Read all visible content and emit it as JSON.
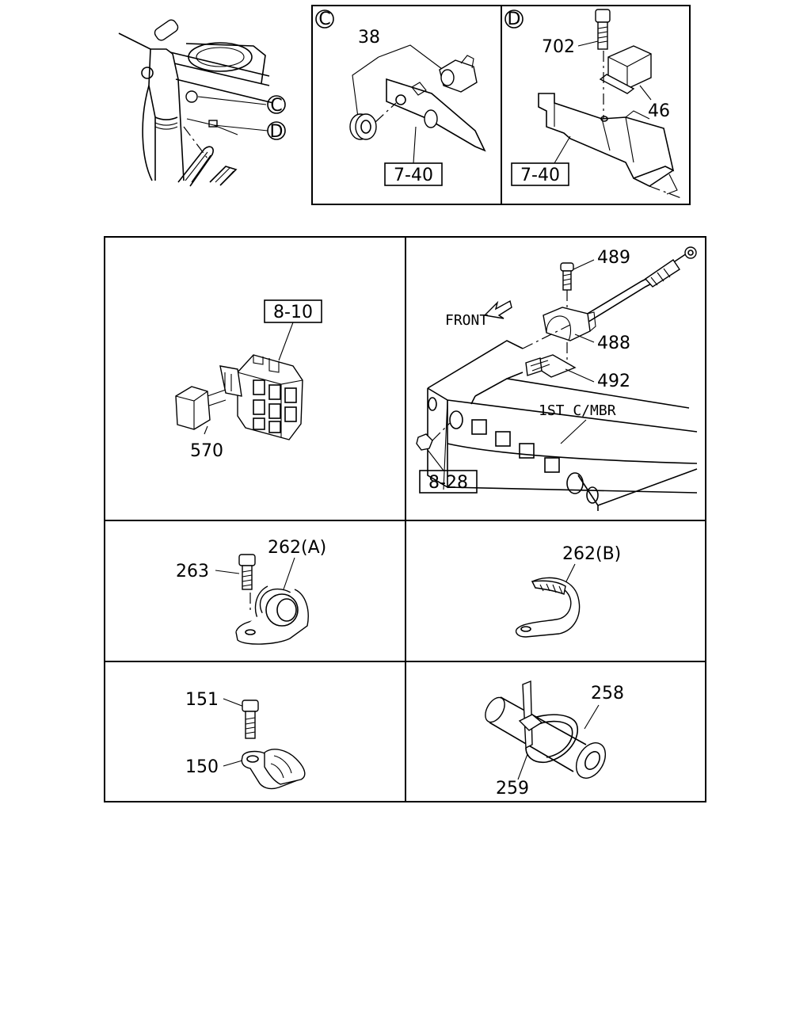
{
  "callouts": {
    "detail_c": "C",
    "detail_d": "D"
  },
  "parts": {
    "p38": "38",
    "p702": "702",
    "p46": "46",
    "ref_7_40_c": "7-40",
    "ref_7_40_d": "7-40",
    "ref_8_10": "8-10",
    "p570": "570",
    "p489": "489",
    "p488": "488",
    "p492": "492",
    "ref_8_28": "8-28",
    "p263": "263",
    "p262a": "262(A)",
    "p262b": "262(B)",
    "p151": "151",
    "p150": "150",
    "p258": "258",
    "p259": "259"
  },
  "annotations": {
    "front": "FRONT",
    "crossmember": "1ST C/MBR"
  }
}
